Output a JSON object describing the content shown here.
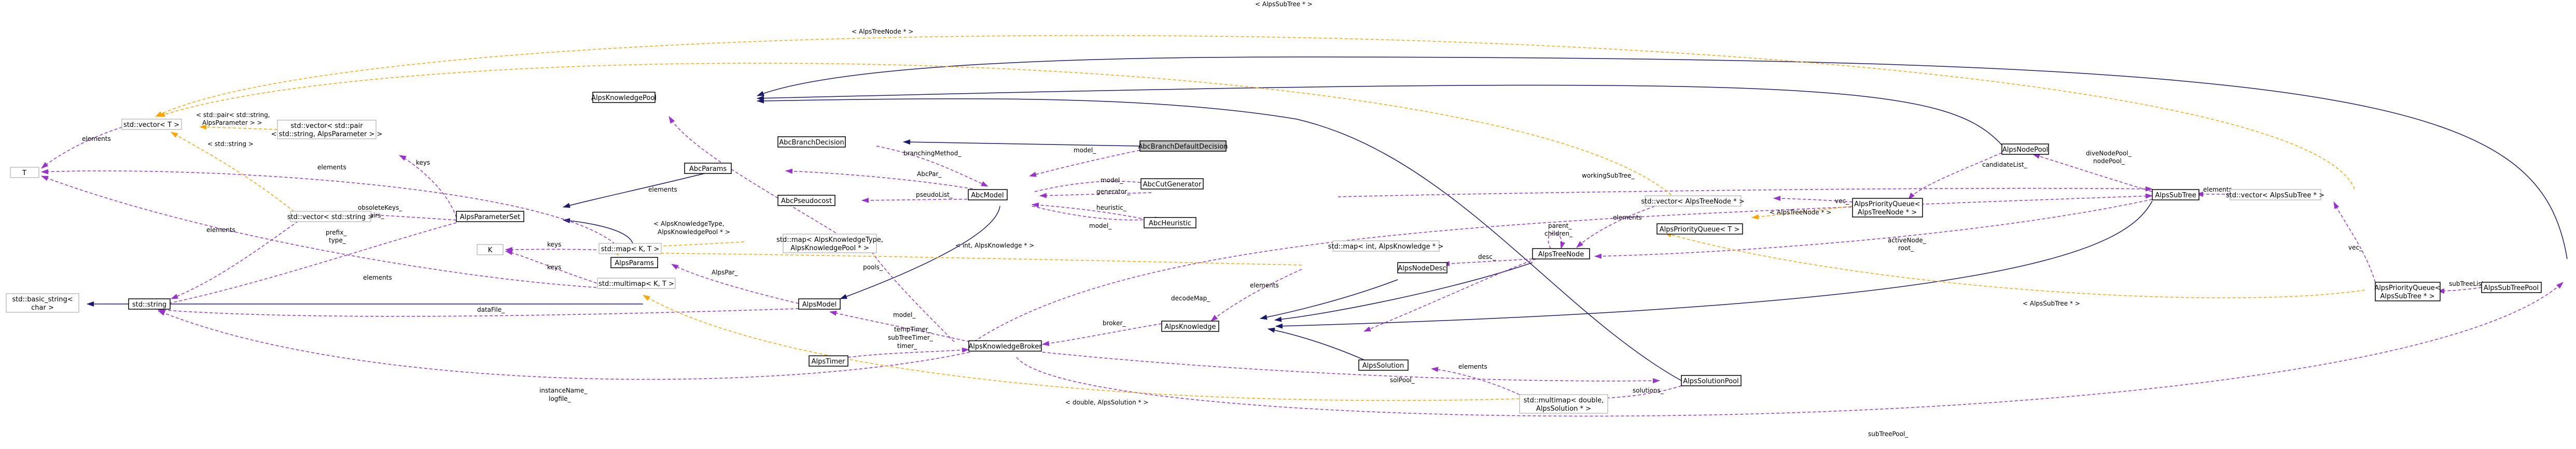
{
  "diagram": {
    "nodes": {
      "abcBranchDefaultDecision": "AbcBranchDefaultDecision",
      "abcBranchDecision": "AbcBranchDecision",
      "alpsKnowledgePool": "AlpsKnowledgePool",
      "stdVectorT": "std::vector< T >",
      "stdVectorPair": [
        "std::vector< std::pair",
        "< std::string, AlpsParameter > >"
      ],
      "abcParams": "AbcParams",
      "abcModel": "AbcModel",
      "abcCutGenerator": "AbcCutGenerator",
      "abcHeuristic": "AbcHeuristic",
      "abcPseudocost": "AbcPseudocost",
      "alpsParameterSet": "AlpsParameterSet",
      "stdVectorString": "std::vector< std::string >",
      "stdMapKT": "std::map< K, T >",
      "stdMapKnowledgeType": [
        "std::map< AlpsKnowledgeType,",
        "AlpsKnowledgePool * >"
      ],
      "stdMapIntKnowledge": "std::map< int, AlpsKnowledge * >",
      "nodeT": "T",
      "nodeK": "K",
      "alpsParams": "AlpsParams",
      "stdMultimapKT": "std::multimap< K, T >",
      "stdBasicString": [
        "std::basic_string<",
        "char >"
      ],
      "stdString": "std::string",
      "alpsModel": "AlpsModel",
      "alpsKnowledgeBroker": "AlpsKnowledgeBroker",
      "alpsTimer": "AlpsTimer",
      "alpsKnowledge": "AlpsKnowledge",
      "alpsNodeDesc": "AlpsNodeDesc",
      "alpsSolution": "AlpsSolution",
      "alpsTreeNode": "AlpsTreeNode",
      "stdVectorTreeNode": "std::vector< AlpsTreeNode * >",
      "alpsPriorityQueueT": "AlpsPriorityQueue< T >",
      "alpsPriorityQueueTreeNode": [
        "AlpsPriorityQueue<",
        "AlpsTreeNode * >"
      ],
      "alpsNodePool": "AlpsNodePool",
      "alpsSubTree": "AlpsSubTree",
      "stdVectorSubTree": "std::vector< AlpsSubTree * >",
      "alpsPriorityQueueSubTree": [
        "AlpsPriorityQueue<",
        "AlpsSubTree * >"
      ],
      "alpsSubTreePool": "AlpsSubTreePool",
      "alpsSolutionPool": "AlpsSolutionPool",
      "stdMultimapDoubleSolution": [
        "std::multimap< double,",
        "AlpsSolution * >"
      ]
    },
    "labels": {
      "alpsSubTreeTop": "< AlpsSubTree * >",
      "alpsTreeNodeTop": "< AlpsTreeNode * >",
      "pairArgs": [
        "< std::pair< std::string,",
        "AlpsParameter > >"
      ],
      "stdStringArg": "< std::string >",
      "elements": "elements",
      "model": "model_",
      "branchingMethod": "branchingMethod_",
      "abcPar": "AbcPar_",
      "generator": "generator_",
      "heuristic": "heuristic_",
      "pseudoList": "pseudoList_",
      "keys": "keys",
      "obsoleteKeys": [
        "obsoleteKeys_",
        "pairs_"
      ],
      "prefix": [
        "prefix_",
        "type_"
      ],
      "knowledgeTypeArgs": [
        "< AlpsKnowledgeType,",
        "AlpsKnowledgePool * >"
      ],
      "intKnowledgeArg": "< int, AlpsKnowledge * >",
      "pools": "pools_",
      "alpsPar": "AlpsPar_",
      "dataFile": "dataFile_",
      "decodeMap": "decodeMap_",
      "timers": [
        "tempTimer_",
        "subTreeTimer_",
        "timer_"
      ],
      "broker": "broker_",
      "instanceName": [
        "instanceName_",
        "logfile_"
      ],
      "solPool": "solPool_",
      "doubleSolutionArg": "< double, AlpsSolution * >",
      "desc": "desc_",
      "solutions": "solutions_",
      "parentChildren": [
        "parent_",
        "children_"
      ],
      "workingSubTree": "workingSubTree_",
      "treeNodeArg": "< AlpsTreeNode * >",
      "vec": "vec_",
      "candidateList": "candidateList_",
      "diveNodePool": [
        "diveNodePool_",
        "nodePool_"
      ],
      "activeNode": [
        "activeNode_",
        "root_"
      ],
      "subTreeArg": "< AlpsSubTree * >",
      "subTreeList": "subTreeList_",
      "subTreePool": "subTreePool_"
    }
  }
}
